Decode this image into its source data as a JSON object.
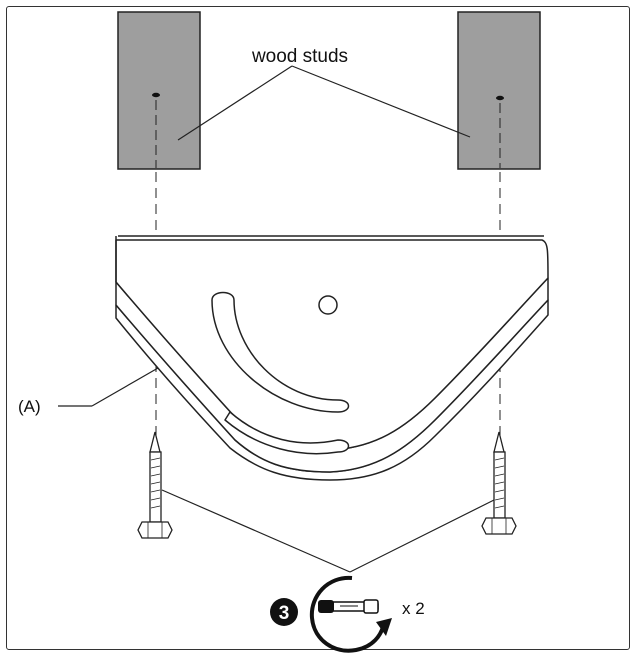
{
  "labels": {
    "wood_studs": "wood studs",
    "part_a": "(A)",
    "step_number": "3",
    "quantity": "x 2"
  },
  "icons": {
    "step_badge": "numbered-circle",
    "tool": "socket-wrench-clockwise"
  },
  "colors": {
    "stud_fill": "#9e9e9e",
    "line": "#222222",
    "badge": "#111111"
  }
}
